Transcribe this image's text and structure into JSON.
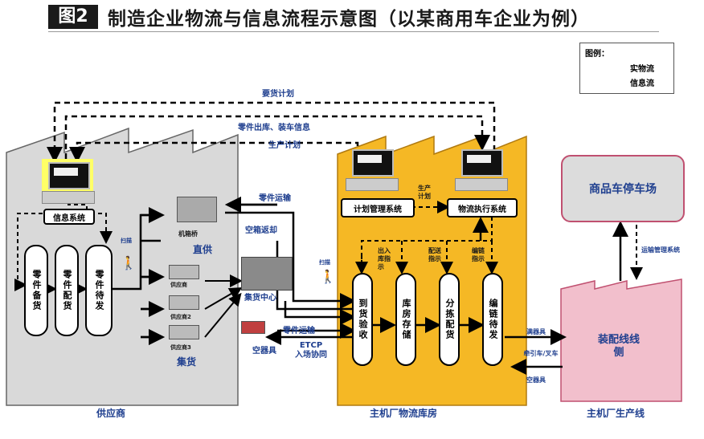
{
  "title": {
    "badge": "图2",
    "text": "制造企业物流与信息流程示意图（以某商用车企业为例）"
  },
  "legend": {
    "title": "图例：",
    "physical": "实物流",
    "info": "信息流"
  },
  "top_flows": {
    "demand_plan": "要货计划",
    "parts_out_info": "零件出库、装车信息",
    "production_plan": "生产计划"
  },
  "supplier": {
    "footer": "供应商",
    "info_system": "信息系统",
    "boxes": [
      "零件备货",
      "零件配货",
      "零件待发"
    ],
    "scan": "扫描",
    "sub_suppliers": [
      "供应商",
      "供应商2",
      "供应商3"
    ],
    "supplier_main": "机箱桥",
    "direct_supply": "直供",
    "consolidation": "集货"
  },
  "middle": {
    "parts_transport_top": "零件运输",
    "empty_return": "空箱返却",
    "hub": "集货中心",
    "parts_transport_bottom": "零件运输",
    "empty_containers": "空器具",
    "etcp": "ETCP\n入场协同"
  },
  "warehouse": {
    "footer": "主机厂物流库房",
    "plan_system": "计划管理系统",
    "exec_system": "物流执行系统",
    "prod_plan": "生产\n计划",
    "scan": "扫描",
    "boxes": [
      "到货验收",
      "库房存储",
      "分拣配货",
      "编链待发"
    ],
    "instructions": [
      "出入库指示",
      "配送指示",
      "编链指示"
    ]
  },
  "plant": {
    "footer": "主机厂生产线",
    "parking": "商品车停车场",
    "assembly": "装配线线侧",
    "transport_system": "运输管理系统",
    "full_containers": "满器具",
    "tractor": "牵引车/叉车",
    "empty_containers": "空器具"
  },
  "colors": {
    "supplier": "#d9d9d9",
    "warehouse": "#f5b825",
    "plant": "#f2bfcc",
    "label_blue": "#1f3f8f",
    "frame": "#c05070",
    "highlight": "#ffff66"
  }
}
